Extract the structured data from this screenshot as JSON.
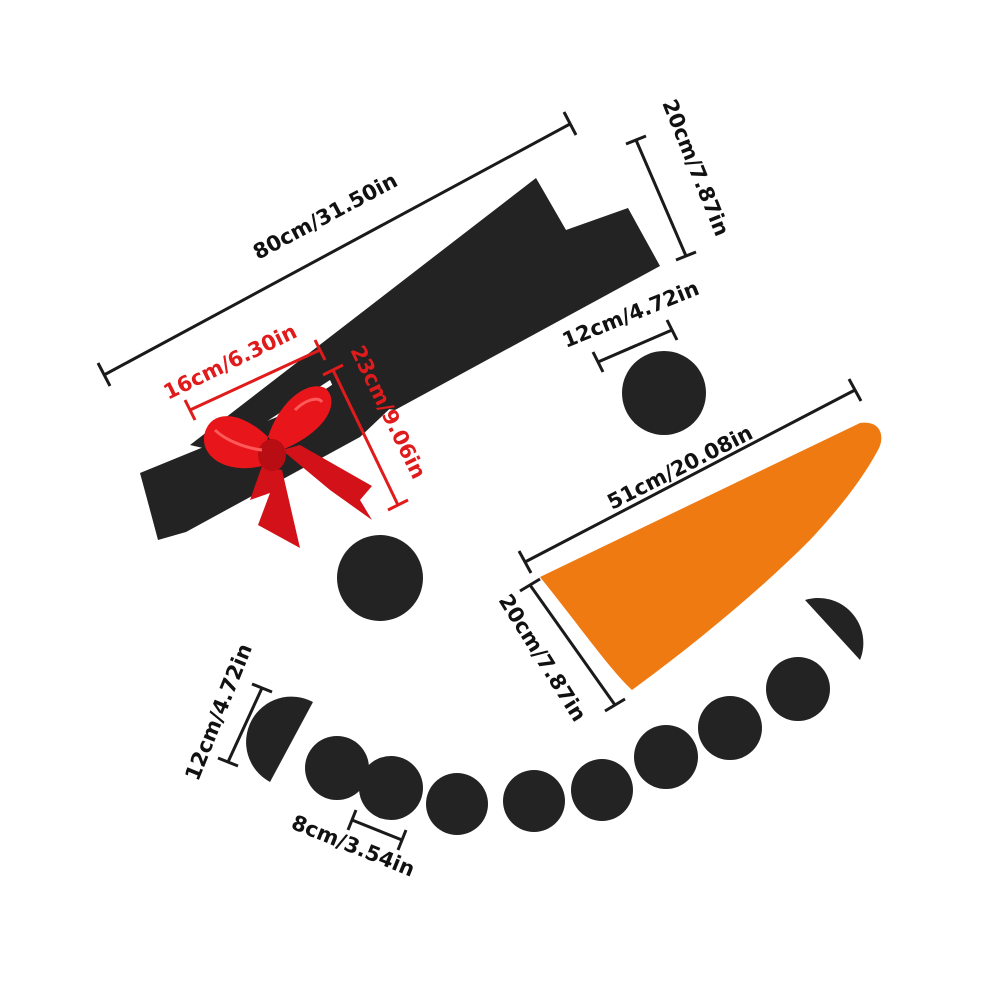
{
  "colors": {
    "felt_black": "#232323",
    "carrot_orange": "#f07a12",
    "bow_red": "#e8161b",
    "dimension_red": "#e01b1b",
    "dimension_black": "#1a1a1a"
  },
  "labels": {
    "hat_length": "80cm/31.50in",
    "hat_height": "20cm/7.87in",
    "bow_width": "16cm/6.30in",
    "bow_height": "23cm/9.06in",
    "eye_diameter": "12cm/4.72in",
    "nose_length": "51cm/20.08in",
    "nose_width": "20cm/7.87in",
    "mouth_large": "12cm/4.72in",
    "mouth_small": "8cm/3.54in"
  }
}
